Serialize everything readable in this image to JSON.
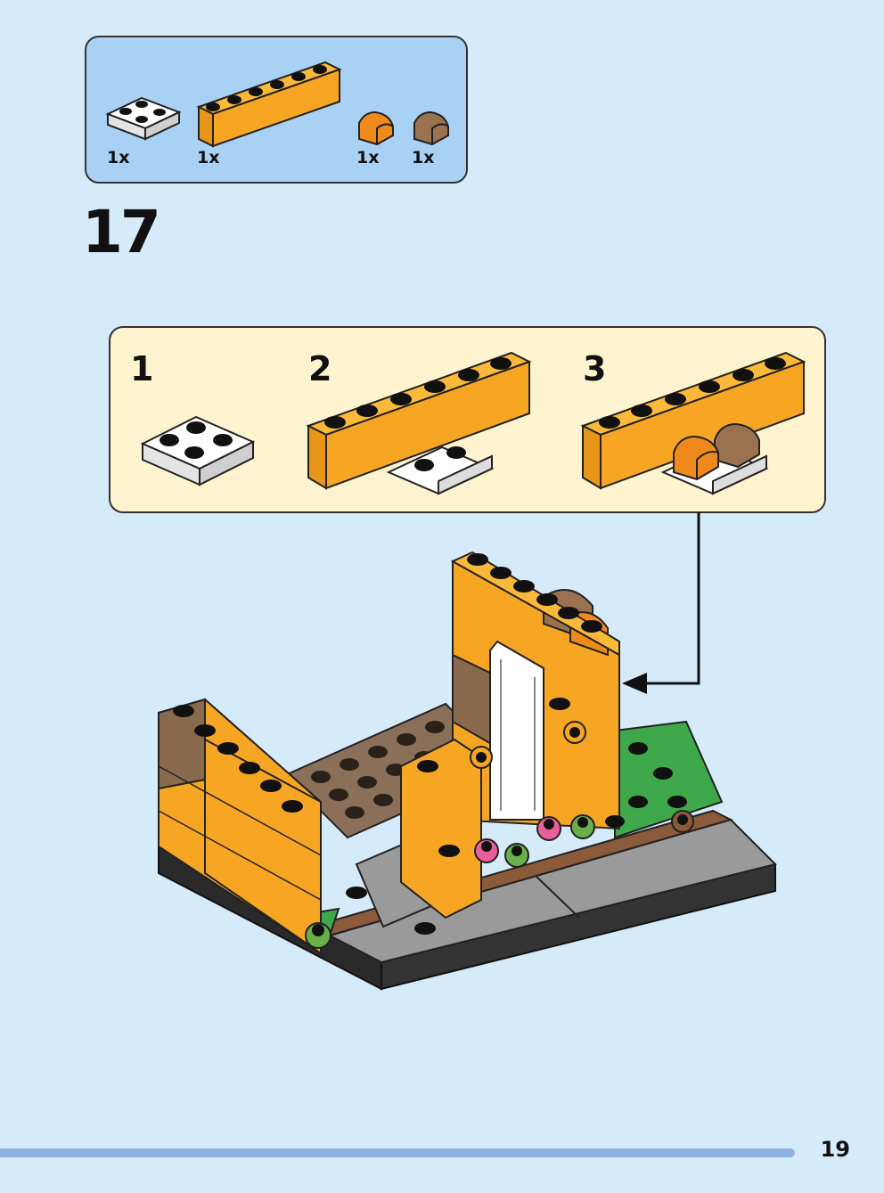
{
  "parts_list": {
    "items": [
      {
        "icon": "white-plate-2x2-icon",
        "qty": "1x"
      },
      {
        "icon": "orange-brick-1x6-icon",
        "qty": "1x"
      },
      {
        "icon": "orange-slope-icon",
        "qty": "1x"
      },
      {
        "icon": "brown-slope-icon",
        "qty": "1x"
      }
    ]
  },
  "step": {
    "number": "17"
  },
  "sub_steps": [
    {
      "number": "1"
    },
    {
      "number": "2"
    },
    {
      "number": "3"
    }
  ],
  "page": {
    "number": "19"
  },
  "colors": {
    "background": "#d6ebfa",
    "parts_box": "#a9d1f3",
    "sub_box": "#fdf4cf",
    "orange": "#f6a623",
    "brown": "#8a6a4c",
    "green": "#3fa84a",
    "gray": "#8d8d8d",
    "footer_bar": "#8fb3e0"
  }
}
